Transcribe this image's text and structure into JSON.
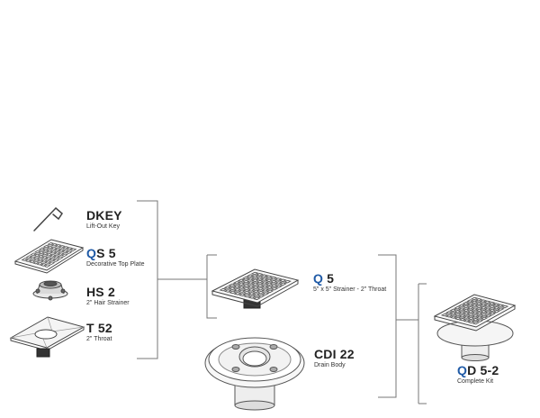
{
  "parts": {
    "dkey": {
      "code": "DKEY",
      "desc": "Lift-Out Key"
    },
    "qs5": {
      "code_prefix": "Q",
      "code_rest": "S 5",
      "desc": "Decorative Top Plate"
    },
    "hs2": {
      "code": "HS 2",
      "desc": "2\" Hair Strainer"
    },
    "t52": {
      "code": "T 52",
      "desc": "2\" Throat"
    },
    "q5": {
      "code_prefix": "Q",
      "code_rest": " 5",
      "desc": "5\" x 5\" Strainer - 2\" Throat"
    },
    "cdi22": {
      "code": "CDI 22",
      "desc": "Drain Body"
    },
    "qd52": {
      "code_prefix": "Q",
      "code_rest": "D 5-2",
      "desc": "Complete Kit"
    }
  },
  "colors": {
    "accent": "#1f5aa6",
    "line": "#666666",
    "text": "#222222"
  }
}
